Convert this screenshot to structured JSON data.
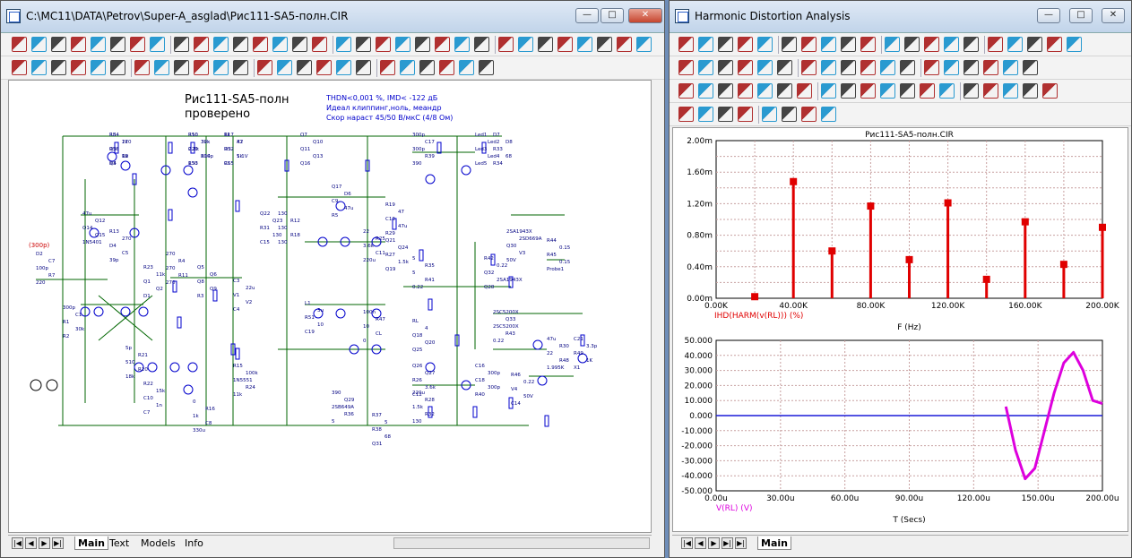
{
  "schematic_window": {
    "title": "C:\\MC11\\DATA\\Petrov\\Super-A_asglad\\Рис111-SA5-полн.CIR",
    "tabs": [
      "Main",
      "Text",
      "Models",
      "Info"
    ],
    "header": {
      "line1": "Рис111-SA5-полн",
      "line2": "проверено"
    },
    "notes": [
      "THDN<0,001 %, IMD< -122 дБ",
      "Идеал клиппинг,ноль, меандр",
      "Скор нараст 45/50 В/мкС (4/8 Ом)"
    ],
    "marker": "(300p)",
    "labels": [
      {
        "t": "R8"
      },
      {
        "t": "270"
      },
      {
        "t": "Q3"
      },
      {
        "t": "R9"
      },
      {
        "t": "Q4"
      },
      {
        "t": "R10"
      },
      {
        "t": "39k"
      },
      {
        "t": "2.2k"
      },
      {
        "t": "R14"
      },
      {
        "t": "130"
      },
      {
        "t": "R17"
      },
      {
        "t": "47"
      },
      {
        "t": "D3"
      },
      {
        "t": "5.1V"
      },
      {
        "t": "C6"
      },
      {
        "t": "47u"
      },
      {
        "t": "Q12"
      },
      {
        "t": "Q14"
      },
      {
        "t": "Q15"
      },
      {
        "t": "1N5401"
      },
      {
        "t": "R13"
      },
      {
        "t": "270"
      },
      {
        "t": "D4"
      },
      {
        "t": "C5"
      },
      {
        "t": "39p"
      },
      {
        "t": "R23"
      },
      {
        "t": "11k"
      },
      {
        "t": "Q1"
      },
      {
        "t": "Q2"
      },
      {
        "t": "D1"
      },
      {
        "t": "D2"
      },
      {
        "t": "C7"
      },
      {
        "t": "100p"
      },
      {
        "t": "R7"
      },
      {
        "t": "220"
      },
      {
        "t": "300p"
      },
      {
        "t": "C1"
      },
      {
        "t": "R1"
      },
      {
        "t": "30k"
      },
      {
        "t": "R2"
      },
      {
        "t": "270"
      },
      {
        "t": "R4"
      },
      {
        "t": "270"
      },
      {
        "t": "R11"
      },
      {
        "t": "270"
      },
      {
        "t": "Q5"
      },
      {
        "t": "Q6"
      },
      {
        "t": "Q8"
      },
      {
        "t": "Q9"
      },
      {
        "t": "R3"
      },
      {
        "t": "C3"
      },
      {
        "t": "22u"
      },
      {
        "t": "V1"
      },
      {
        "t": "V2"
      },
      {
        "t": "C4"
      },
      {
        "t": "5p"
      },
      {
        "t": "R21"
      },
      {
        "t": "510"
      },
      {
        "t": "R20"
      },
      {
        "t": "18k"
      },
      {
        "t": "R22"
      },
      {
        "t": "15k"
      },
      {
        "t": "C10"
      },
      {
        "t": "1n"
      },
      {
        "t": "C7"
      },
      {
        "t": "0"
      },
      {
        "t": "R16"
      },
      {
        "t": "1k"
      },
      {
        "t": "C8"
      },
      {
        "t": "330u"
      },
      {
        "t": "R15"
      },
      {
        "t": "100k"
      },
      {
        "t": "1N5551"
      },
      {
        "t": "R24"
      },
      {
        "t": "11k"
      },
      {
        "t": "Q7"
      },
      {
        "t": "Q10"
      },
      {
        "t": "Q11"
      },
      {
        "t": "Q13"
      },
      {
        "t": "Q16"
      },
      {
        "t": "Q17"
      },
      {
        "t": "D6"
      },
      {
        "t": "C9"
      },
      {
        "t": "47u"
      },
      {
        "t": "R5"
      },
      {
        "t": "130"
      },
      {
        "t": "R12"
      },
      {
        "t": "130"
      },
      {
        "t": "R18"
      },
      {
        "t": "130"
      },
      {
        "t": "R19"
      },
      {
        "t": "47"
      },
      {
        "t": "C13"
      },
      {
        "t": "47u"
      },
      {
        "t": "R29"
      },
      {
        "t": "22"
      },
      {
        "t": "R25"
      },
      {
        "t": "3.6k"
      },
      {
        "t": "C11"
      },
      {
        "t": "220u"
      },
      {
        "t": "Q21"
      },
      {
        "t": "Q24"
      },
      {
        "t": "R27"
      },
      {
        "t": "1.5k"
      },
      {
        "t": "Q19"
      },
      {
        "t": "Q22"
      },
      {
        "t": "Q23"
      },
      {
        "t": "R31"
      },
      {
        "t": "130"
      },
      {
        "t": "C15"
      },
      {
        "t": "300p"
      },
      {
        "t": "C17"
      },
      {
        "t": "300p"
      },
      {
        "t": "R39"
      },
      {
        "t": "390"
      },
      {
        "t": "Led1"
      },
      {
        "t": "Led2"
      },
      {
        "t": "Led3"
      },
      {
        "t": "Led4"
      },
      {
        "t": "Led5"
      },
      {
        "t": "D7"
      },
      {
        "t": "D8"
      },
      {
        "t": "R33"
      },
      {
        "t": "68"
      },
      {
        "t": "R34"
      },
      {
        "t": "5"
      },
      {
        "t": "R35"
      },
      {
        "t": "5"
      },
      {
        "t": "R41"
      },
      {
        "t": "0.22"
      },
      {
        "t": "R42"
      },
      {
        "t": "0.22"
      },
      {
        "t": "Q32"
      },
      {
        "t": "2SA1943X"
      },
      {
        "t": "Q28"
      },
      {
        "t": "2SA1943X"
      },
      {
        "t": "2SD669A"
      },
      {
        "t": "Q30"
      },
      {
        "t": "V3"
      },
      {
        "t": "50V"
      },
      {
        "t": "R44"
      },
      {
        "t": "0.15"
      },
      {
        "t": "R45"
      },
      {
        "t": "0.15"
      },
      {
        "t": "Probe1"
      },
      {
        "t": "L1"
      },
      {
        "t": "3u"
      },
      {
        "t": "R51"
      },
      {
        "t": "10"
      },
      {
        "t": "C19"
      },
      {
        "t": "100n"
      },
      {
        "t": "R47"
      },
      {
        "t": "10"
      },
      {
        "t": "CL"
      },
      {
        "t": "0"
      },
      {
        "t": "RL"
      },
      {
        "t": "4"
      },
      {
        "t": "Q18"
      },
      {
        "t": "Q20"
      },
      {
        "t": "Q25"
      },
      {
        "t": "Q26"
      },
      {
        "t": "Q27"
      },
      {
        "t": "R26"
      },
      {
        "t": "3.6k"
      },
      {
        "t": "C12"
      },
      {
        "t": "220u"
      },
      {
        "t": "R28"
      },
      {
        "t": "1.5k"
      },
      {
        "t": "R32"
      },
      {
        "t": "130"
      },
      {
        "t": "C16"
      },
      {
        "t": "300p"
      },
      {
        "t": "C18"
      },
      {
        "t": "300p"
      },
      {
        "t": "R40"
      },
      {
        "t": "390"
      },
      {
        "t": "Q29"
      },
      {
        "t": "2SB649A"
      },
      {
        "t": "R36"
      },
      {
        "t": "5"
      },
      {
        "t": "R37"
      },
      {
        "t": "5"
      },
      {
        "t": "R38"
      },
      {
        "t": "68"
      },
      {
        "t": "Q31"
      },
      {
        "t": "2SC5200X"
      },
      {
        "t": "Q33"
      },
      {
        "t": "2SC5200X"
      },
      {
        "t": "R43"
      },
      {
        "t": "0.22"
      },
      {
        "t": "R46"
      },
      {
        "t": "0.22"
      },
      {
        "t": "V4"
      },
      {
        "t": "50V"
      },
      {
        "t": "C14"
      },
      {
        "t": "47u"
      },
      {
        "t": "R30"
      },
      {
        "t": "22"
      },
      {
        "t": "R48"
      },
      {
        "t": "1.995K"
      },
      {
        "t": "C21"
      },
      {
        "t": "3.3p"
      },
      {
        "t": "R49"
      },
      {
        "t": "1K"
      },
      {
        "t": "X1"
      },
      {
        "t": "R54"
      },
      {
        "t": "1k"
      },
      {
        "t": "R56"
      },
      {
        "t": "1k"
      },
      {
        "t": "X3"
      },
      {
        "t": "R50"
      },
      {
        "t": "30k"
      },
      {
        "t": "C20"
      },
      {
        "t": "300p"
      },
      {
        "t": "R53"
      },
      {
        "t": "1k"
      },
      {
        "t": "X2"
      },
      {
        "t": "R52"
      },
      {
        "t": "1k"
      },
      {
        "t": "R55"
      }
    ]
  },
  "analysis_window": {
    "title": "Harmonic Distortion Analysis",
    "tabs": [
      "Main"
    ]
  },
  "colors": {
    "harm": "#e00000",
    "wave": "#dd00dd",
    "trace": "#1a1ad8",
    "grid": "#c8a0a0",
    "wire": "#006600",
    "comp": "#0000cc",
    "label": "#000080"
  },
  "chart_data": [
    {
      "type": "bar",
      "title": "Рис111-SA5-полн.CIR",
      "x": [
        20000,
        40000,
        60000,
        80000,
        100000,
        120000,
        140000,
        160000,
        180000,
        200000
      ],
      "values": [
        0.02,
        1.48,
        0.6,
        1.17,
        0.49,
        1.21,
        0.24,
        0.97,
        0.43,
        0.9
      ],
      "xlim": [
        0,
        200000
      ],
      "ylim": [
        0,
        2
      ],
      "xticks": [
        "0.00K",
        "40.00K",
        "80.00K",
        "120.00K",
        "160.00K",
        "200.00K"
      ],
      "yticks": [
        "0.00m",
        "0.40m",
        "0.80m",
        "1.20m",
        "1.60m",
        "2.00m"
      ],
      "xlabel": "F (Hz)",
      "ylabel": "IHD(HARM(v(RL))) (%)",
      "grid": true
    },
    {
      "type": "line",
      "x": [
        150,
        155,
        160,
        165,
        170,
        175,
        180,
        185,
        190,
        195,
        200
      ],
      "values": [
        6,
        -23,
        -42,
        -35,
        -10,
        15,
        35,
        42,
        30,
        10,
        8
      ],
      "xlim": [
        0,
        200
      ],
      "ylim": [
        -50,
        50
      ],
      "xticks": [
        "0.00u",
        "30.00u",
        "60.00u",
        "90.00u",
        "120.00u",
        "150.00u",
        "200.00u"
      ],
      "yticks": [
        "50.000",
        "40.000",
        "30.000",
        "20.000",
        "10.000",
        "0.000",
        "-10.000",
        "-20.000",
        "-30.000",
        "-40.000",
        "-50.000"
      ],
      "xlabel": "T (Secs)",
      "ylabel": "V(RL) (V)",
      "grid": true
    }
  ]
}
